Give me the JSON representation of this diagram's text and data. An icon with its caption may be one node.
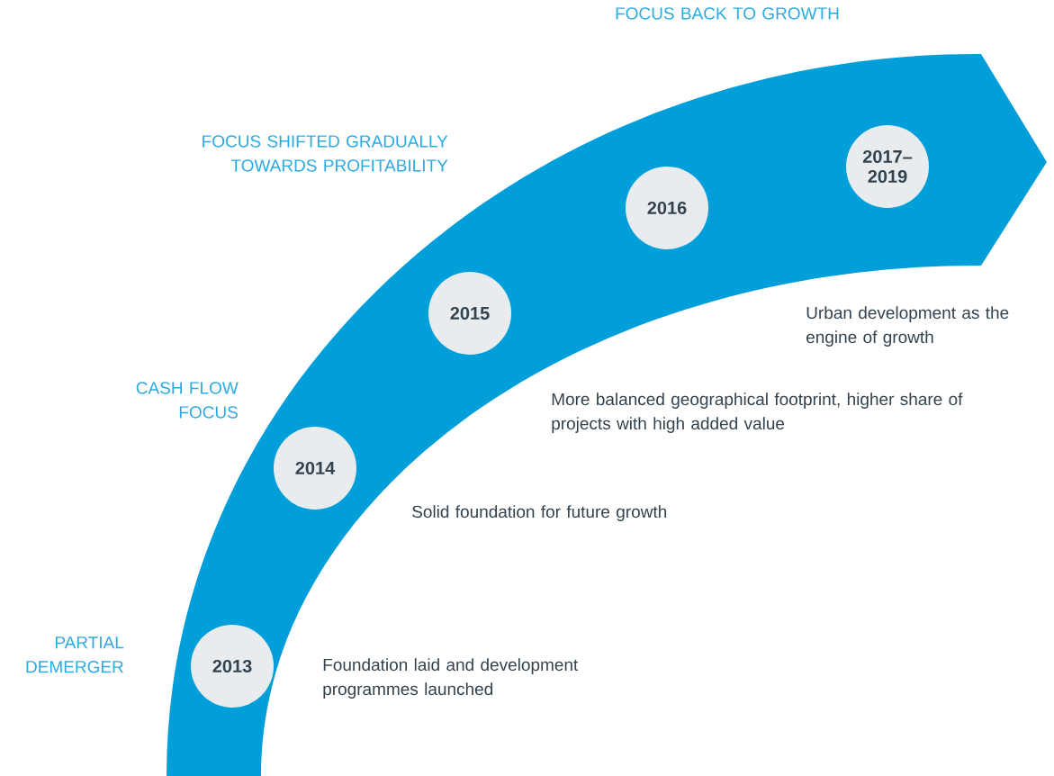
{
  "diagram": {
    "nodes": [
      {
        "text": [
          "2013"
        ]
      },
      {
        "text": [
          "2014"
        ]
      },
      {
        "text": [
          "2015"
        ]
      },
      {
        "text": [
          "2016"
        ]
      },
      {
        "text": [
          "2017– 2019"
        ]
      }
    ],
    "labels": [
      "FOCUS BACK TO GROWTH",
      "FOCUS SHIFTED GRADUALLY TOWARDS PROFITABILITY",
      "Urban development as the engine of growth",
      "CASH FLOW FOCUS",
      "More balanced geographical footprint, higher share of projects with high added value",
      "Solid foundation for future growth",
      "PARTIAL DEMERGER",
      "Foundation laid and development programmes launched"
    ]
  }
}
